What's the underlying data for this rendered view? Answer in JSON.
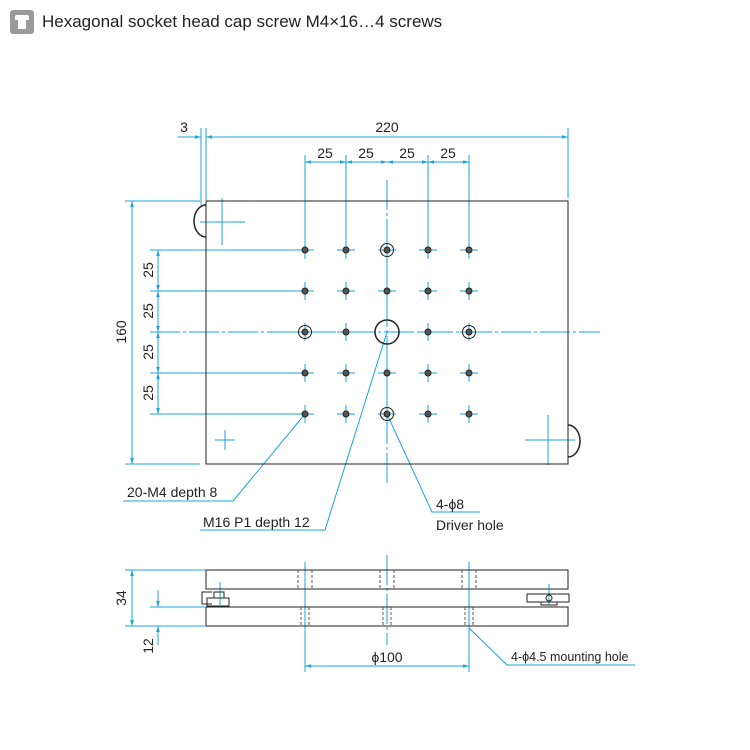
{
  "title": "Hexagonal socket head cap screw M4×16…4 screws",
  "title_icon": "screw-icon",
  "colors": {
    "dimension": "#1aa3e0",
    "outline": "#222222"
  },
  "dimensions": {
    "width": "220",
    "offset": "3",
    "pitch_x": [
      "25",
      "25",
      "25",
      "25"
    ],
    "height": "160",
    "pitch_y": [
      "25",
      "25",
      "25",
      "25"
    ],
    "side_total": "34",
    "side_plate": "12",
    "pcd": "ϕ100"
  },
  "callouts": {
    "tapped_holes": "20-M4 depth 8",
    "center_hole": "M16 P1 depth 12",
    "driver_hole_line1": "4-ϕ8",
    "driver_hole_line2": "Driver hole",
    "mounting_hole": "4-ϕ4.5 mounting hole"
  }
}
